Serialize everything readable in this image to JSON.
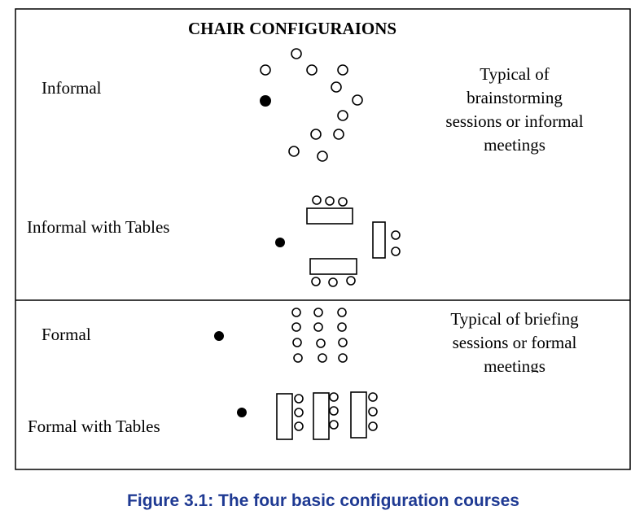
{
  "title": "CHAIR CONFIGURAIONS",
  "caption": "Figure 3.1: The four basic configuration courses",
  "configurations": [
    {
      "label": "Informal"
    },
    {
      "label": "Informal with Tables"
    },
    {
      "label": "Formal"
    },
    {
      "label": "Formal with Tables"
    }
  ],
  "notes": {
    "informal": [
      "Typical of",
      "brainstorming",
      "sessions or informal",
      "meetings"
    ],
    "formal": [
      "Typical of briefing",
      "sessions or formal",
      "meetings"
    ]
  },
  "colors": {
    "ink": "#000000",
    "caption": "#1f3a93",
    "background": "#ffffff"
  }
}
